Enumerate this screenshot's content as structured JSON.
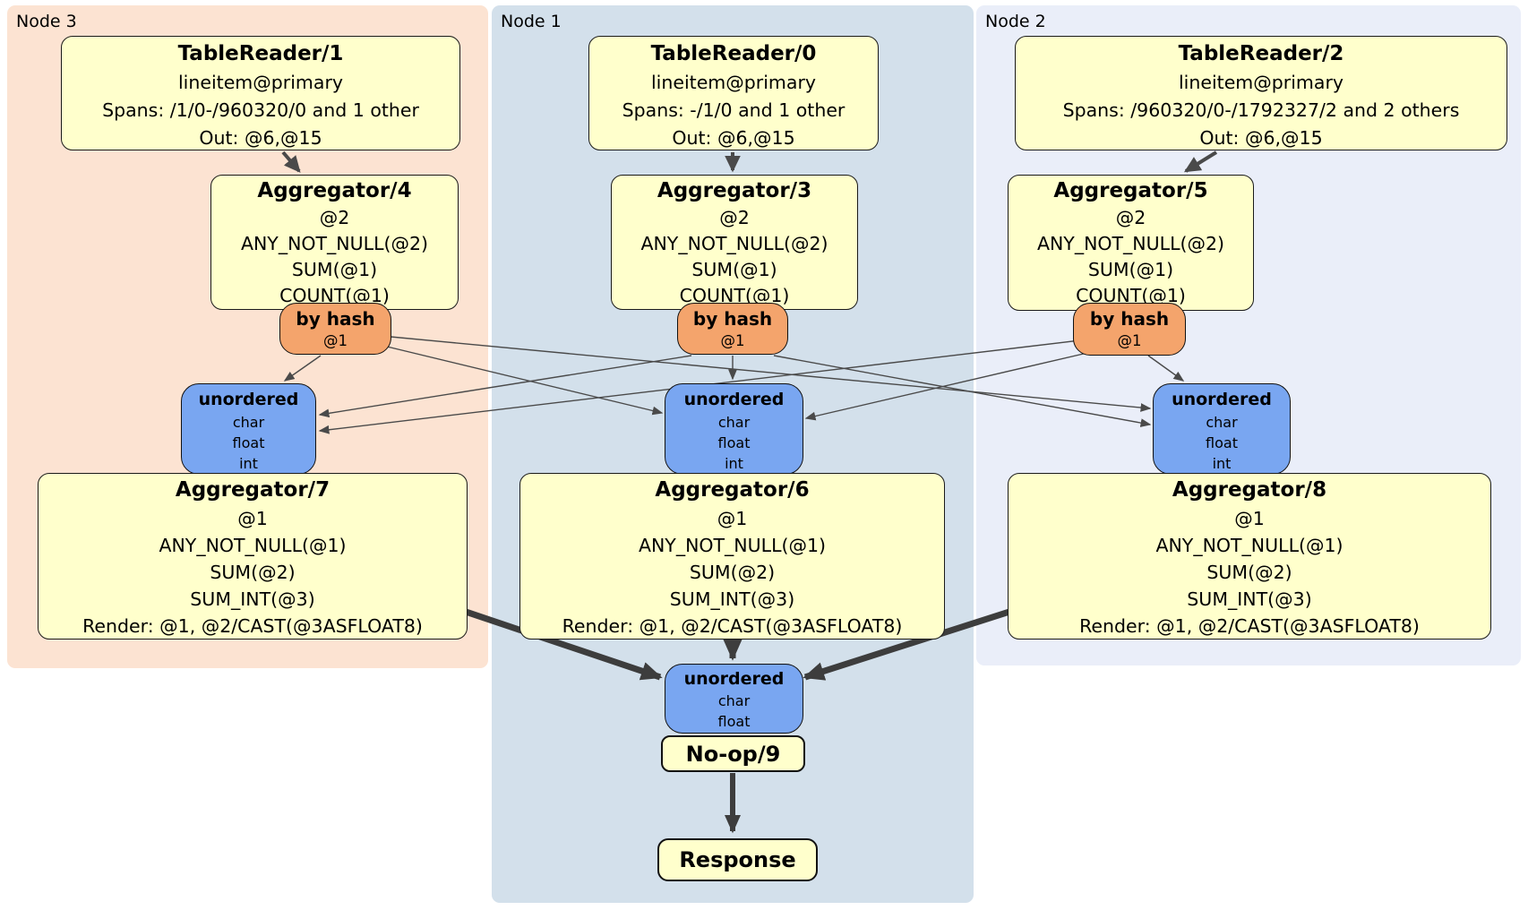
{
  "diagram": {
    "node_groups": [
      {
        "label": "Node 3",
        "table_reader": {
          "title": "TableReader/1",
          "rows": [
            "lineitem@primary",
            "Spans: /1/0-/960320/0 and 1 other",
            "Out: @6,@15"
          ]
        },
        "aggregator_top": {
          "title": "Aggregator/4",
          "rows": [
            "@2",
            "ANY_NOT_NULL(@2)",
            "SUM(@1)",
            "COUNT(@1)"
          ]
        },
        "router": {
          "title": "by hash",
          "rows": [
            "@1"
          ]
        },
        "sync": {
          "title": "unordered",
          "rows": [
            "char",
            "float",
            "int"
          ]
        },
        "aggregator_bottom": {
          "title": "Aggregator/7",
          "rows": [
            "@1",
            "ANY_NOT_NULL(@1)",
            "SUM(@2)",
            "SUM_INT(@3)",
            "Render: @1, @2/CAST(@3ASFLOAT8)"
          ]
        }
      },
      {
        "label": "Node 1",
        "table_reader": {
          "title": "TableReader/0",
          "rows": [
            "lineitem@primary",
            "Spans: -/1/0 and 1 other",
            "Out: @6,@15"
          ]
        },
        "aggregator_top": {
          "title": "Aggregator/3",
          "rows": [
            "@2",
            "ANY_NOT_NULL(@2)",
            "SUM(@1)",
            "COUNT(@1)"
          ]
        },
        "router": {
          "title": "by hash",
          "rows": [
            "@1"
          ]
        },
        "sync": {
          "title": "unordered",
          "rows": [
            "char",
            "float",
            "int"
          ]
        },
        "aggregator_bottom": {
          "title": "Aggregator/6",
          "rows": [
            "@1",
            "ANY_NOT_NULL(@1)",
            "SUM(@2)",
            "SUM_INT(@3)",
            "Render: @1, @2/CAST(@3ASFLOAT8)"
          ]
        }
      },
      {
        "label": "Node 2",
        "table_reader": {
          "title": "TableReader/2",
          "rows": [
            "lineitem@primary",
            "Spans: /960320/0-/1792327/2 and 2 others",
            "Out: @6,@15"
          ]
        },
        "aggregator_top": {
          "title": "Aggregator/5",
          "rows": [
            "@2",
            "ANY_NOT_NULL(@2)",
            "SUM(@1)",
            "COUNT(@1)"
          ]
        },
        "router": {
          "title": "by hash",
          "rows": [
            "@1"
          ]
        },
        "sync": {
          "title": "unordered",
          "rows": [
            "char",
            "float",
            "int"
          ]
        },
        "aggregator_bottom": {
          "title": "Aggregator/8",
          "rows": [
            "@1",
            "ANY_NOT_NULL(@1)",
            "SUM(@2)",
            "SUM_INT(@3)",
            "Render: @1, @2/CAST(@3ASFLOAT8)"
          ]
        }
      }
    ],
    "final_stage": {
      "sync": {
        "title": "unordered",
        "rows": [
          "char",
          "float"
        ]
      },
      "noop": {
        "title": "No-op/9"
      },
      "response": {
        "title": "Response"
      }
    },
    "colors": {
      "node3_bg": "#fce3d2",
      "node1_bg": "#d3e0eb",
      "node2_bg": "#eaeef9",
      "processor_fill": "#ffffcc",
      "router_fill": "#f4a46c",
      "sync_fill": "#79a6f1",
      "edge_color": "#4a4a4a"
    }
  }
}
